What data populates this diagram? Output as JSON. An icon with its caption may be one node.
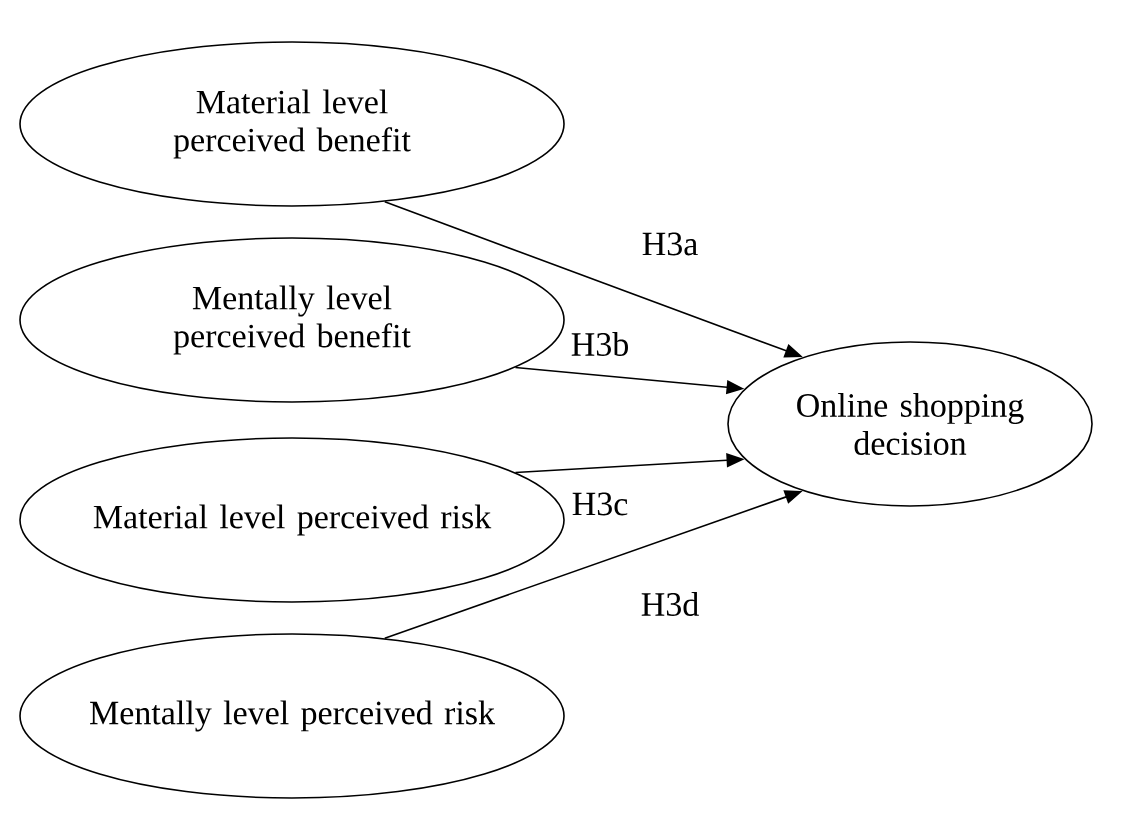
{
  "diagram": {
    "nodes": [
      {
        "text": [
          "Material level perceived benefit"
        ]
      },
      {
        "text": [
          "Mentally level perceived benefit"
        ]
      },
      {
        "text": [
          "Material level perceived risk"
        ]
      },
      {
        "text": [
          "Mentally level perceived risk"
        ]
      },
      {
        "text": [
          "Online shopping decision"
        ]
      }
    ],
    "edges": [
      {
        "from": 0,
        "to": 4,
        "arrow": "to",
        "label": "H3a"
      },
      {
        "from": 1,
        "to": 4,
        "arrow": "to",
        "label": "H3b"
      },
      {
        "from": 2,
        "to": 4,
        "arrow": "to",
        "label": "H3c"
      },
      {
        "from": 3,
        "to": 4,
        "arrow": "to",
        "label": "H3d"
      }
    ]
  }
}
